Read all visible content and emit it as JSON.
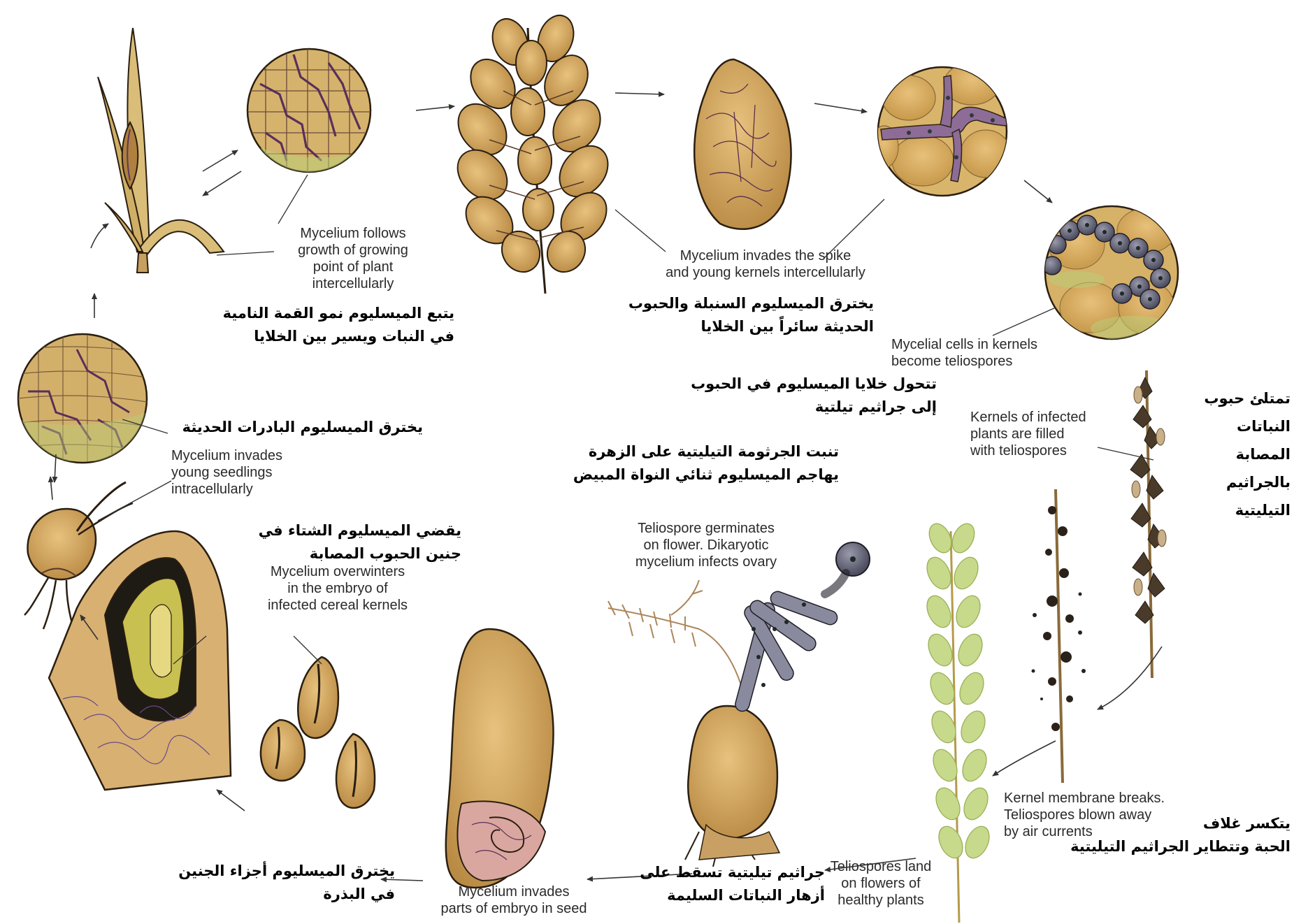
{
  "labels": {
    "growing_point": {
      "en": [
        "Mycelium follows",
        "growth of growing",
        "point of plant",
        "intercellularly"
      ],
      "ar": [
        "يتبع الميسليوم نمو القمة  النامية",
        "في النبات ويسير بين الخلايا"
      ]
    },
    "spike": {
      "en": [
        "Mycelium invades the spike",
        "and young kernels intercellularly"
      ],
      "ar": [
        "يخترق الميسليوم السنبلة والحبوب",
        "الحديثة سائراً بين الخلايا"
      ]
    },
    "teliospores_form": {
      "en": [
        "Mycelial cells in kernels",
        "become teliospores"
      ],
      "ar": [
        "تتحول خلايا الميسليوم في الحبوب",
        "إلى جراثيم تيلتية"
      ]
    },
    "kernels_filled": {
      "en": [
        "Kernels of infected",
        "plants are filled",
        "with teliospores"
      ],
      "ar": [
        "تمتلئ حبوب",
        "النباتات",
        "المصابة",
        "بالجراثيم",
        "التيليتية"
      ]
    },
    "seedlings": {
      "en": [
        "Mycelium invades",
        "young seedlings",
        "intracellularly"
      ],
      "ar": [
        "يخترق الميسليوم البادرات الحديثة"
      ]
    },
    "germinates": {
      "en": [
        "Teliospore germinates",
        "on flower. Dikaryotic",
        "mycelium infects ovary"
      ],
      "ar": [
        "تنبت الجرثومة التيليتية على الزهرة",
        "يهاجم الميسليوم ثنائي النواة المبيض"
      ]
    },
    "overwinters": {
      "en": [
        "Mycelium overwinters",
        "in the embryo of",
        "infected cereal kernels"
      ],
      "ar": [
        "يقضي الميسليوم الشتاء في",
        "جنين الحبوب المصابة"
      ]
    },
    "membrane": {
      "en": [
        "Kernel membrane breaks.",
        "Teliospores blown away",
        "by air currents"
      ],
      "ar": [
        "يتكسر غلاف",
        "الحبة وتتطاير الجراثيم التيليتية"
      ]
    },
    "embryo": {
      "en": [
        "Mycelium invades",
        "parts of embryo in seed"
      ],
      "ar": [
        "يخترق الميسليوم أجزاء الجنين",
        "في البذرة"
      ]
    },
    "land": {
      "en": [
        "Teliospores land",
        "on flowers of",
        "healthy plants"
      ],
      "ar": [
        "جراثيم تيليتية تسقط على",
        "أزهار النباتات السليمة"
      ]
    }
  },
  "icons": [
    "seedling-plant",
    "mycelium-circle",
    "wheat-spike",
    "infected-kernel",
    "teliospore-cells",
    "smutted-heads",
    "healthy-wheat-head",
    "germinating-teliospore",
    "kernel-embryo-section",
    "seed-kernels",
    "germinating-seed"
  ],
  "colors": {
    "grain": "#d8b068",
    "grain_dark": "#a07838",
    "outline": "#2a1e10",
    "mycelium": "#5a3a5a",
    "teliospore": "#6f6f82",
    "healthy_green": "#b9cf7a",
    "embryo_pink": "#d9a7a0"
  }
}
